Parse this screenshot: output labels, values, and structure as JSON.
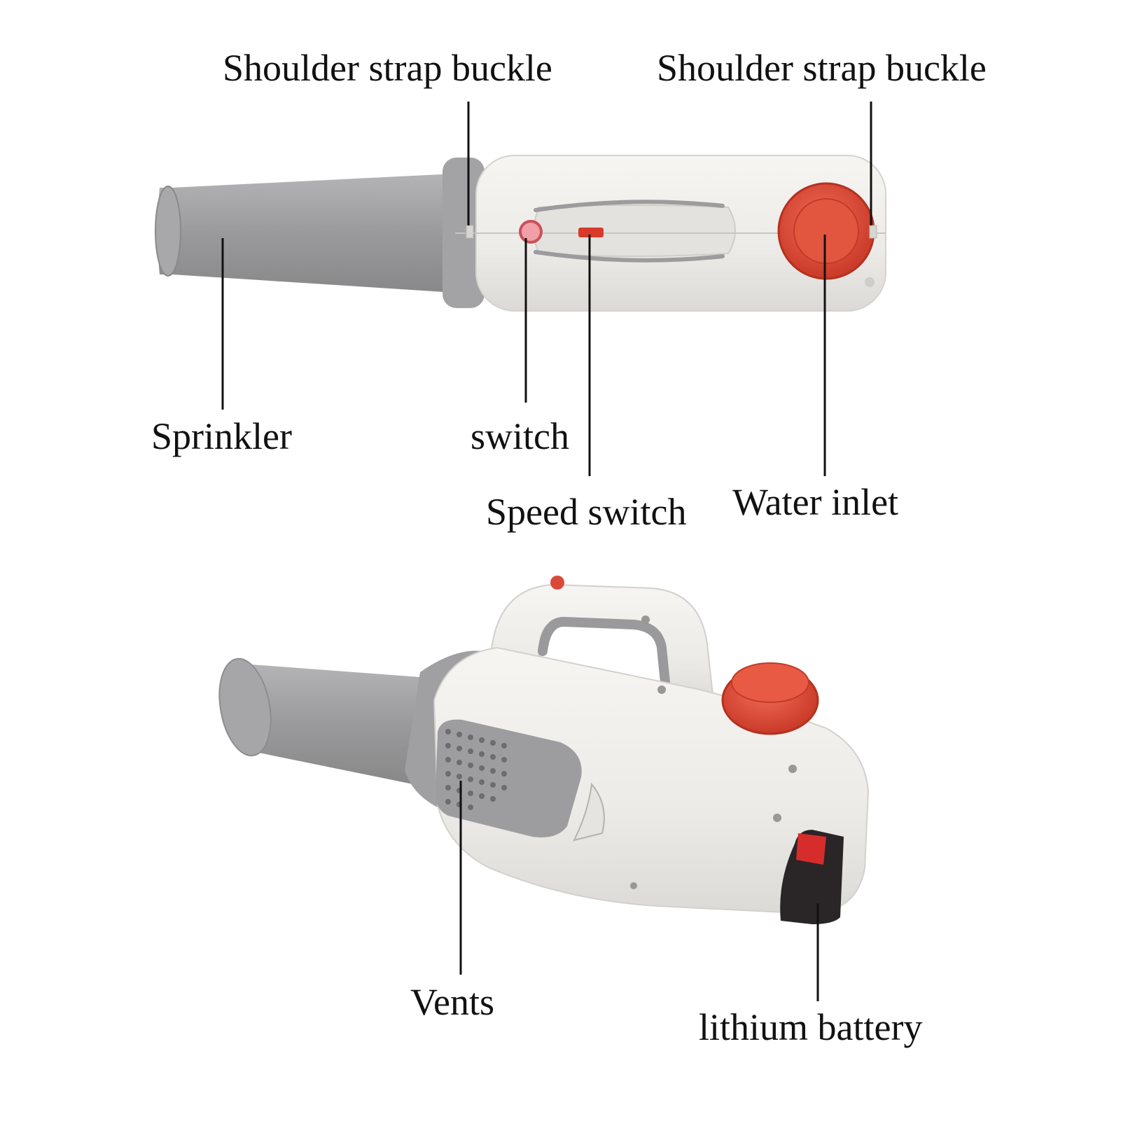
{
  "labels": {
    "shoulder_strap_left": "Shoulder strap buckle",
    "shoulder_strap_right": "Shoulder strap buckle",
    "sprinkler": "Sprinkler",
    "switch": "switch",
    "speed_switch": "Speed switch",
    "water_inlet": "Water inlet",
    "vents": "Vents",
    "lithium_battery": "lithium battery"
  },
  "colors": {
    "body": "#ecebe8",
    "nozzle": "#9a9a9c",
    "cap": "#e0503c",
    "battery": "#2a2526",
    "leader": "#111111"
  }
}
